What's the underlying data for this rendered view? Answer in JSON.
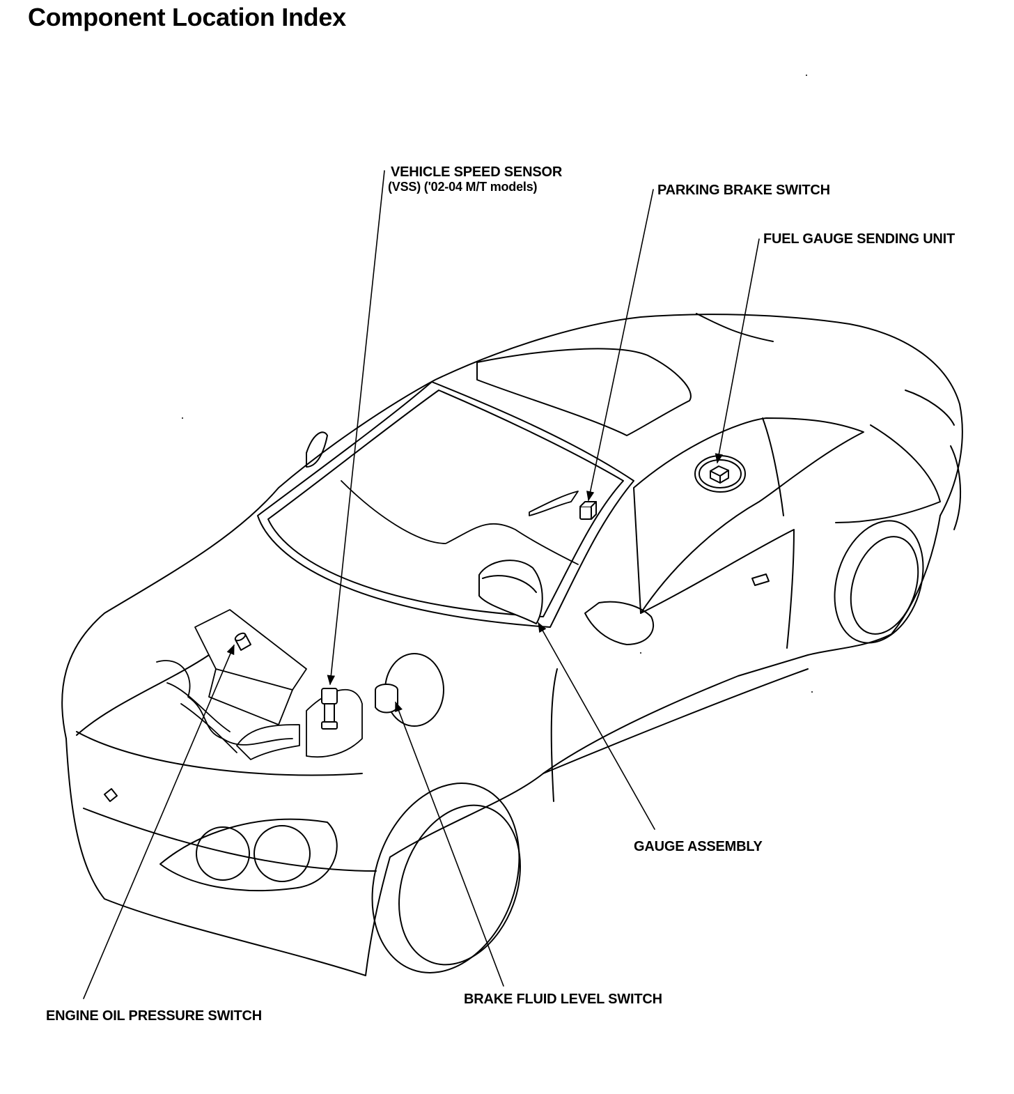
{
  "page": {
    "title": "Component Location Index"
  },
  "labels": {
    "vss_line1": "VEHICLE SPEED SENSOR",
    "vss_line2": "(VSS) ('02-04 M/T models)",
    "parking_brake_switch": "PARKING BRAKE SWITCH",
    "fuel_gauge_sending_unit": "FUEL GAUGE SENDING UNIT",
    "gauge_assembly": "GAUGE ASSEMBLY",
    "brake_fluid_level_switch": "BRAKE FLUID LEVEL SWITCH",
    "engine_oil_pressure_switch": "ENGINE OIL PRESSURE SWITCH"
  }
}
